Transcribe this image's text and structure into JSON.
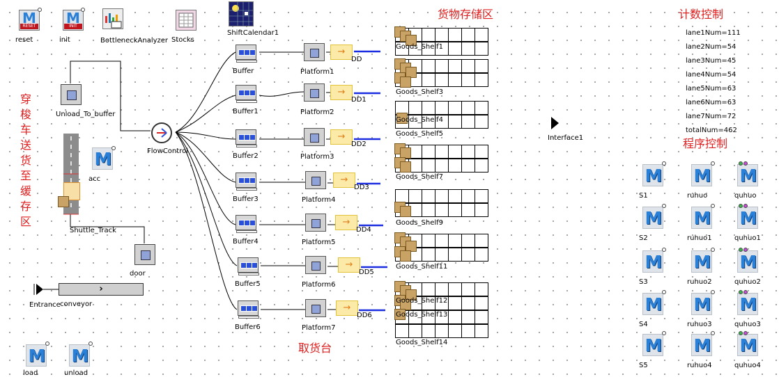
{
  "top_icons": {
    "reset_label": "reset",
    "reset_badge": "RESET",
    "init_label": "init",
    "init_badge": "INIT",
    "bottleneck_label": "BottleneckAnalyzer",
    "stocks_label": "Stocks",
    "calendar_label": "ShiftCalendar1"
  },
  "annotations": {
    "storage_area": "货物存储区",
    "count_control": "计数控制",
    "program_control": "程序控制",
    "pickup_platform": "取货台",
    "shuttle_note": [
      "穿",
      "梭",
      "车",
      "送",
      "货",
      "至",
      "缓",
      "存",
      "区"
    ]
  },
  "counters": [
    "lane1Num=111",
    "lane2Num=54",
    "lane3Num=45",
    "lane4Num=54",
    "lane5Num=63",
    "lane6Num=63",
    "lane7Num=72",
    "totalNum=462"
  ],
  "objects": {
    "unload_to_buffer": "Unload_To_buffer",
    "acc": "acc",
    "flow_control": "FlowControl",
    "shuttle_track": "Shuttle_Track",
    "door": "door",
    "entrance": "Entrance",
    "conveyor": "conveyor",
    "interface": "Interface1",
    "load": "load",
    "unload": "unload"
  },
  "buffers": [
    "Buffer",
    "Buffer1",
    "Buffer2",
    "Buffer3",
    "Buffer4",
    "Buffer5",
    "Buffer6"
  ],
  "platforms": [
    "Platform1",
    "Platform2",
    "Platform3",
    "Platform4",
    "Platform5",
    "Platform6",
    "Platform7"
  ],
  "drains": [
    "DD",
    "DD1",
    "DD2",
    "DD3",
    "DD4",
    "DD5",
    "DD6"
  ],
  "shelves": [
    "Goods_Shelf1",
    "Goods_Shelf3",
    "Goods_Shelf4",
    "Goods_Shelf5",
    "Goods_Shelf7",
    "Goods_Shelf9",
    "Goods_Shelf11",
    "Goods_Shelf12",
    "Goods_Shelf13",
    "Goods_Shelf14"
  ],
  "methods": {
    "s_col": [
      "S1",
      "S2",
      "S3",
      "S4",
      "S5"
    ],
    "ruhuo_col": [
      "ruhuo",
      "ruhuo1",
      "ruhuo2",
      "ruhuo3",
      "ruhuo4"
    ],
    "quhuo_col": [
      "quhuo",
      "quhuo1",
      "quhuo2",
      "quhuo3",
      "quhuo4"
    ],
    "glyph": "M"
  },
  "colors": {
    "annotation_red": "#e02020",
    "method_blue": "#2a7fd6",
    "connector_blue": "#1a2ee0",
    "exit_yellow": "#fbeaa8"
  }
}
